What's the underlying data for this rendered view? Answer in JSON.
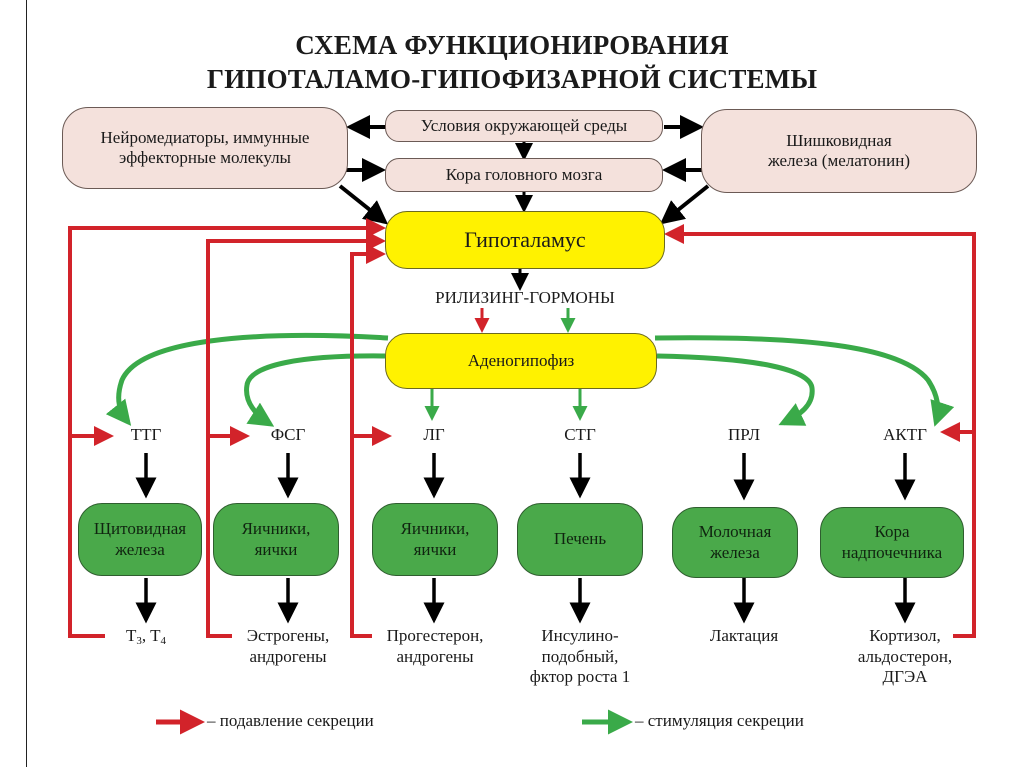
{
  "title": {
    "line1": "СХЕМА ФУНКЦИОНИРОВАНИЯ",
    "line2": "ГИПОТАЛАМО-ГИПОФИЗАРНОЙ СИСТЕМЫ"
  },
  "top_boxes": {
    "neuro": {
      "line1": "Нейромедиаторы, иммунные",
      "line2": "эффекторные молекулы"
    },
    "environment": "Условия окружающей среды",
    "cortex": "Кора головного мозга",
    "pineal": {
      "line1": "Шишковидная",
      "line2": "железа (мелатонин)"
    }
  },
  "hypothalamus": "Гипоталамус",
  "releasing_hormones": "РИЛИЗИНГ-ГОРМОНЫ",
  "adenohypophysis": "Аденогипофиз",
  "axes": [
    {
      "hormone": "ТТГ",
      "target": [
        "Щитовидная",
        "железа"
      ],
      "product": [
        "T3, T4"
      ],
      "feedback": "suppression"
    },
    {
      "hormone": "ФСГ",
      "target": [
        "Яичники,",
        "яички"
      ],
      "product": [
        "Эстрогены,",
        "андрогены"
      ],
      "feedback": "suppression"
    },
    {
      "hormone": "ЛГ",
      "target": [
        "Яичники,",
        "яички"
      ],
      "product": [
        "Прогестерон,",
        "андрогены"
      ],
      "feedback": "suppression"
    },
    {
      "hormone": "СТГ",
      "target": [
        "Печень"
      ],
      "product": [
        "Инсулино-",
        "подобный,",
        "фктор роста 1"
      ],
      "feedback": "none"
    },
    {
      "hormone": "ПРЛ",
      "target": [
        "Молочная",
        "железа"
      ],
      "product": [
        "Лактация"
      ],
      "feedback": "none"
    },
    {
      "hormone": "АКТГ",
      "target": [
        "Кора",
        "надпочечника"
      ],
      "product": [
        "Кортизол,",
        "альдостерон,",
        "ДГЭА"
      ],
      "feedback": "suppression"
    }
  ],
  "t3t4": {
    "t": "T",
    "s3": "3",
    "sep": ", T",
    "s4": "4"
  },
  "legend": {
    "suppression": "– подавление секреции",
    "stimulation": "– стимуляция секреции"
  },
  "colors": {
    "suppression": "#d2232a",
    "stimulation": "#3aaa49",
    "yellow_box": "#fff200",
    "green_box": "#4aa94a",
    "pink_box": "#f4e1dc"
  }
}
